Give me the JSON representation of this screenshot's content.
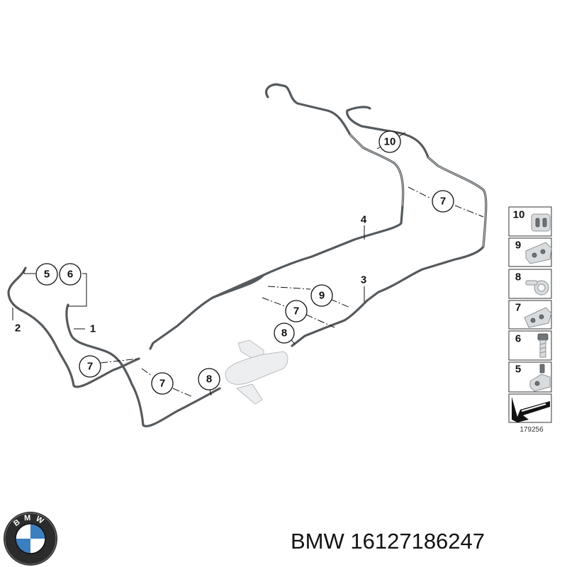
{
  "diagram": {
    "callouts": [
      {
        "id": "c10",
        "label": "10"
      },
      {
        "id": "c7a",
        "label": "7"
      },
      {
        "id": "c5",
        "label": "5"
      },
      {
        "id": "c6",
        "label": "6"
      },
      {
        "id": "c9",
        "label": "9"
      },
      {
        "id": "c7b",
        "label": "7"
      },
      {
        "id": "c8a",
        "label": "8"
      },
      {
        "id": "c7c",
        "label": "7"
      },
      {
        "id": "c7d",
        "label": "7"
      },
      {
        "id": "c8b",
        "label": "8"
      }
    ],
    "plain_labels": {
      "l4": "4",
      "l3": "3",
      "l2": "2",
      "l1": "1"
    },
    "legend": {
      "items": [
        {
          "label": "10"
        },
        {
          "label": "9"
        },
        {
          "label": "8"
        },
        {
          "label": "7"
        },
        {
          "label": "6"
        },
        {
          "label": "5"
        }
      ],
      "diagram_number": "179256"
    }
  },
  "brand": {
    "logo_letters": "BMW",
    "colors": {
      "blue": "#3a7fc1",
      "ring": "#111111",
      "outer": "#2b2b2b"
    }
  },
  "caption": {
    "text": "BMW 16127186247"
  }
}
